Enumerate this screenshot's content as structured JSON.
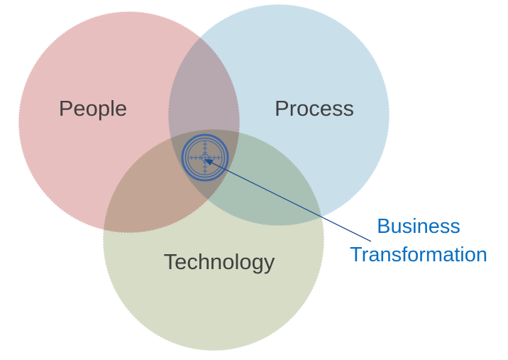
{
  "diagram": {
    "type": "venn",
    "sets": [
      {
        "id": "people",
        "label": "People",
        "color": "#e8bfbf"
      },
      {
        "id": "process",
        "label": "Process",
        "color": "#c9dfea"
      },
      {
        "id": "technology",
        "label": "Technology",
        "color": "#d6dcc6"
      }
    ],
    "center_icon": "crosshair-target-icon",
    "callout": {
      "line1": "Business",
      "line2": "Transformation",
      "color": "#0a6fc2"
    }
  }
}
